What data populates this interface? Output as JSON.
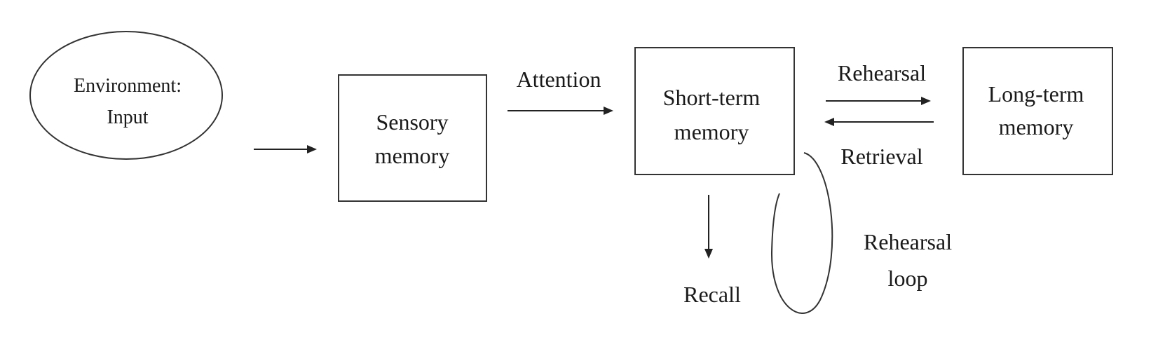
{
  "diagram": {
    "nodes": {
      "environment": {
        "line1": "Environment:",
        "line2": "Input"
      },
      "sensory": {
        "line1": "Sensory",
        "line2": "memory"
      },
      "short_term": {
        "line1": "Short-term",
        "line2": "memory"
      },
      "long_term": {
        "line1": "Long-term",
        "line2": "memory"
      }
    },
    "edges": {
      "attention": "Attention",
      "rehearsal": "Rehearsal",
      "retrieval": "Retrieval",
      "recall": "Recall",
      "rehearsal_loop": {
        "line1": "Rehearsal",
        "line2": "loop"
      }
    }
  }
}
